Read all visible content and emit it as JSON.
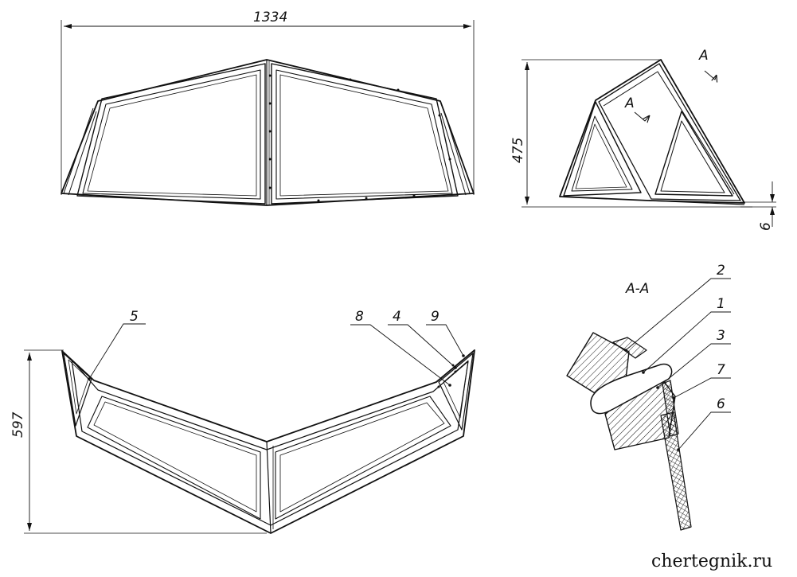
{
  "dimensions": {
    "width_value": "1334",
    "height_value": "475",
    "depth_value": "597",
    "gap_value": "6"
  },
  "section": {
    "cut_mark": "A",
    "title": "A-A"
  },
  "callouts": [
    "1",
    "2",
    "3",
    "4",
    "5",
    "6",
    "7",
    "8",
    "9"
  ],
  "watermark": "chertegnik.ru"
}
